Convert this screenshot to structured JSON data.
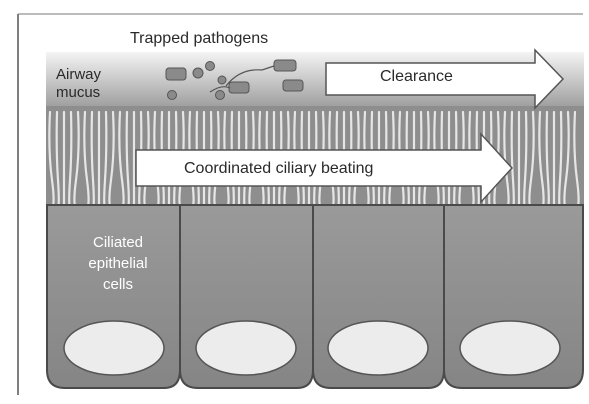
{
  "diagram": {
    "trapped_pathogens_label": "Trapped pathogens",
    "airway_mucus_label": "Airway\nmucus",
    "clearance_label": "Clearance",
    "ciliary_beating_label": "Coordinated ciliary beating",
    "cells_label": "Ciliated\nepithelial\ncells",
    "colors": {
      "cell_fill": "#8c8c8c",
      "cell_border": "#4a4a4a",
      "nucleus_fill": "#ececec",
      "mucus_top": "#f2f2f2",
      "mucus_bottom": "#9a9a9a",
      "arrow_fill": "#ffffff",
      "arrow_stroke": "#555555",
      "cilia": "#e6e6e6"
    }
  }
}
